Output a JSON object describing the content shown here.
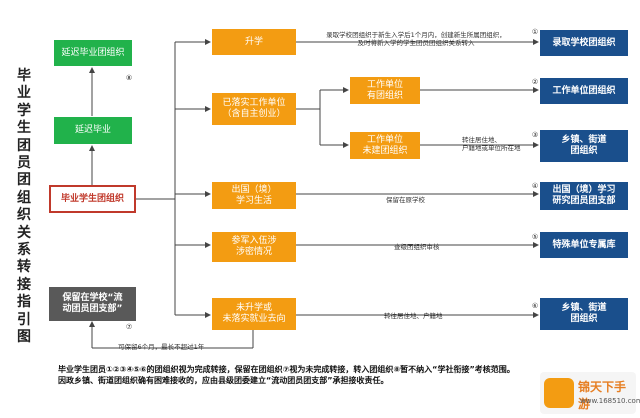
{
  "title": "毕业学生团员团组织关系转接指引图",
  "colors": {
    "orange": "#f39c12",
    "green": "#21b24b",
    "blue": "#1a4f8c",
    "gray": "#595959",
    "red_border": "#c0392b",
    "line": "#444444"
  },
  "nodes": {
    "delay_org": "延迟毕业团组织",
    "delay_grad": "延迟毕业",
    "grad_org": "毕业学生团组织",
    "keep_school": "保留在学校“流\n动团员团支部”",
    "further_study": "升学",
    "employed": "已落实工作单位\n（含自主创业）",
    "abroad": "出国（境）\n学习生活",
    "military": "参军入伍涉\n涉密情况",
    "unemployed": "未升学或\n未落实就业去向",
    "work_has_org": "工作单位\n有团组织",
    "work_no_org": "工作单位\n未建团组织",
    "target_school": "录取学校团组织",
    "target_work": "工作单位团组织",
    "target_town1": "乡镇、街道\n团组织",
    "target_abroad": "出国（境）学习\n研究团员团支部",
    "target_special": "特殊单位专属库",
    "target_town2": "乡镇、街道\n团组织"
  },
  "labels": {
    "school_desc": "录取学校团组织于新生入学后1个月内，创建新生所属团组织，\n及时将新入学的学生团员团组织关系转入",
    "no_org_desc": "转往居住地、\n户籍地或单位所在地",
    "abroad_desc": "保留在原学校",
    "military_desc": "查级团组织审核",
    "unemployed_desc": "转往居住地、户籍地",
    "keep_desc": "可保留6个月，最长不超过1年"
  },
  "circle_numbers": [
    "①",
    "②",
    "③",
    "④",
    "⑤",
    "⑥",
    "⑦",
    "⑧"
  ],
  "footer": {
    "line1": "毕业学生团员①②③④⑤⑥的团组织视为完成转接，保留在团组织⑦视为未完成转接，转入团组织⑧暂不纳入“学社衔接”考核范围。",
    "line2": "因政乡镇、街道团组织确有困难接收的，应由县级团委建立“流动团员团支部”承担接收责任。"
  },
  "watermark": {
    "title": "锦天下手游",
    "url": "www.168510.com"
  }
}
